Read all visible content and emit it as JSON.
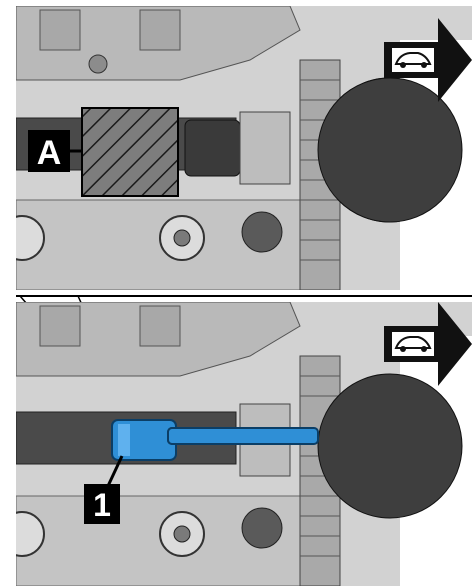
{
  "panels": [
    {
      "id": "top",
      "callout_label": "A",
      "direction_icon": "car-arrow-right-icon"
    },
    {
      "id": "bottom",
      "callout_label": "1",
      "direction_icon": "car-arrow-right-icon"
    }
  ],
  "colors": {
    "engine_light": "#c9c9c9",
    "engine_mid": "#9a9a9a",
    "engine_dark": "#3c3c3c",
    "tool_blue": "#2f8fd6",
    "hatch_box": "#000000",
    "arrow_fill": "#111111"
  }
}
